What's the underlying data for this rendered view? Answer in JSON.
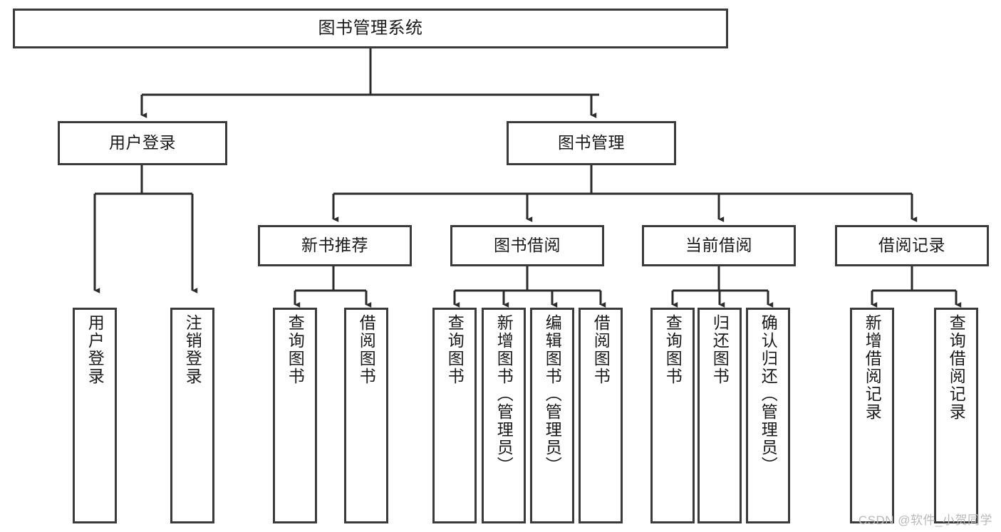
{
  "diagram": {
    "title": "图书管理系统",
    "type": "tree-hierarchy-diagram",
    "colors": {
      "box_border": "#3b3b3b",
      "box_fill": "#ffffff",
      "edge": "#2b2b2b",
      "text": "#1a1a1a",
      "watermark": "#b9b9b9",
      "background": "#ffffff"
    },
    "nodes": {
      "root": {
        "label": "图书管理系统"
      },
      "level2": [
        {
          "label": "用户登录"
        },
        {
          "label": "图书管理"
        }
      ],
      "level3": [
        {
          "label": "新书推荐"
        },
        {
          "label": "图书借阅"
        },
        {
          "label": "当前借阅"
        },
        {
          "label": "借阅记录"
        }
      ],
      "leaves_user_login": [
        {
          "label": "用户登录"
        },
        {
          "label": "注销登录"
        }
      ],
      "leaves_new_book": [
        {
          "label": "查询图书"
        },
        {
          "label": "借阅图书"
        }
      ],
      "leaves_borrow": [
        {
          "label": "查询图书"
        },
        {
          "label": "新增图书（管理员）"
        },
        {
          "label": "编辑图书（管理员）"
        },
        {
          "label": "借阅图书"
        }
      ],
      "leaves_current": [
        {
          "label": "查询图书"
        },
        {
          "label": "归还图书"
        },
        {
          "label": "确认归还（管理员）"
        }
      ],
      "leaves_records": [
        {
          "label": "新增借阅记录"
        },
        {
          "label": "查询借阅记录"
        }
      ]
    },
    "watermark": "CSDN @软件_小贺同学"
  }
}
